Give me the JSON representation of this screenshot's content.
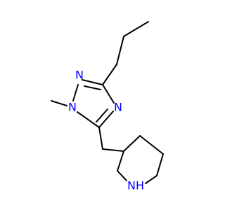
{
  "molecule": {
    "atoms": {
      "n_triazole_left": {
        "label": "N",
        "color": "#0000ff"
      },
      "n_triazole_right": {
        "label": "N",
        "color": "#0000ff"
      },
      "n_methyl": {
        "label": "N",
        "color": "#0000ff"
      },
      "nh_piperidine": {
        "label": "NH",
        "color": "#0000ff"
      }
    },
    "bond_color": "#000000"
  }
}
